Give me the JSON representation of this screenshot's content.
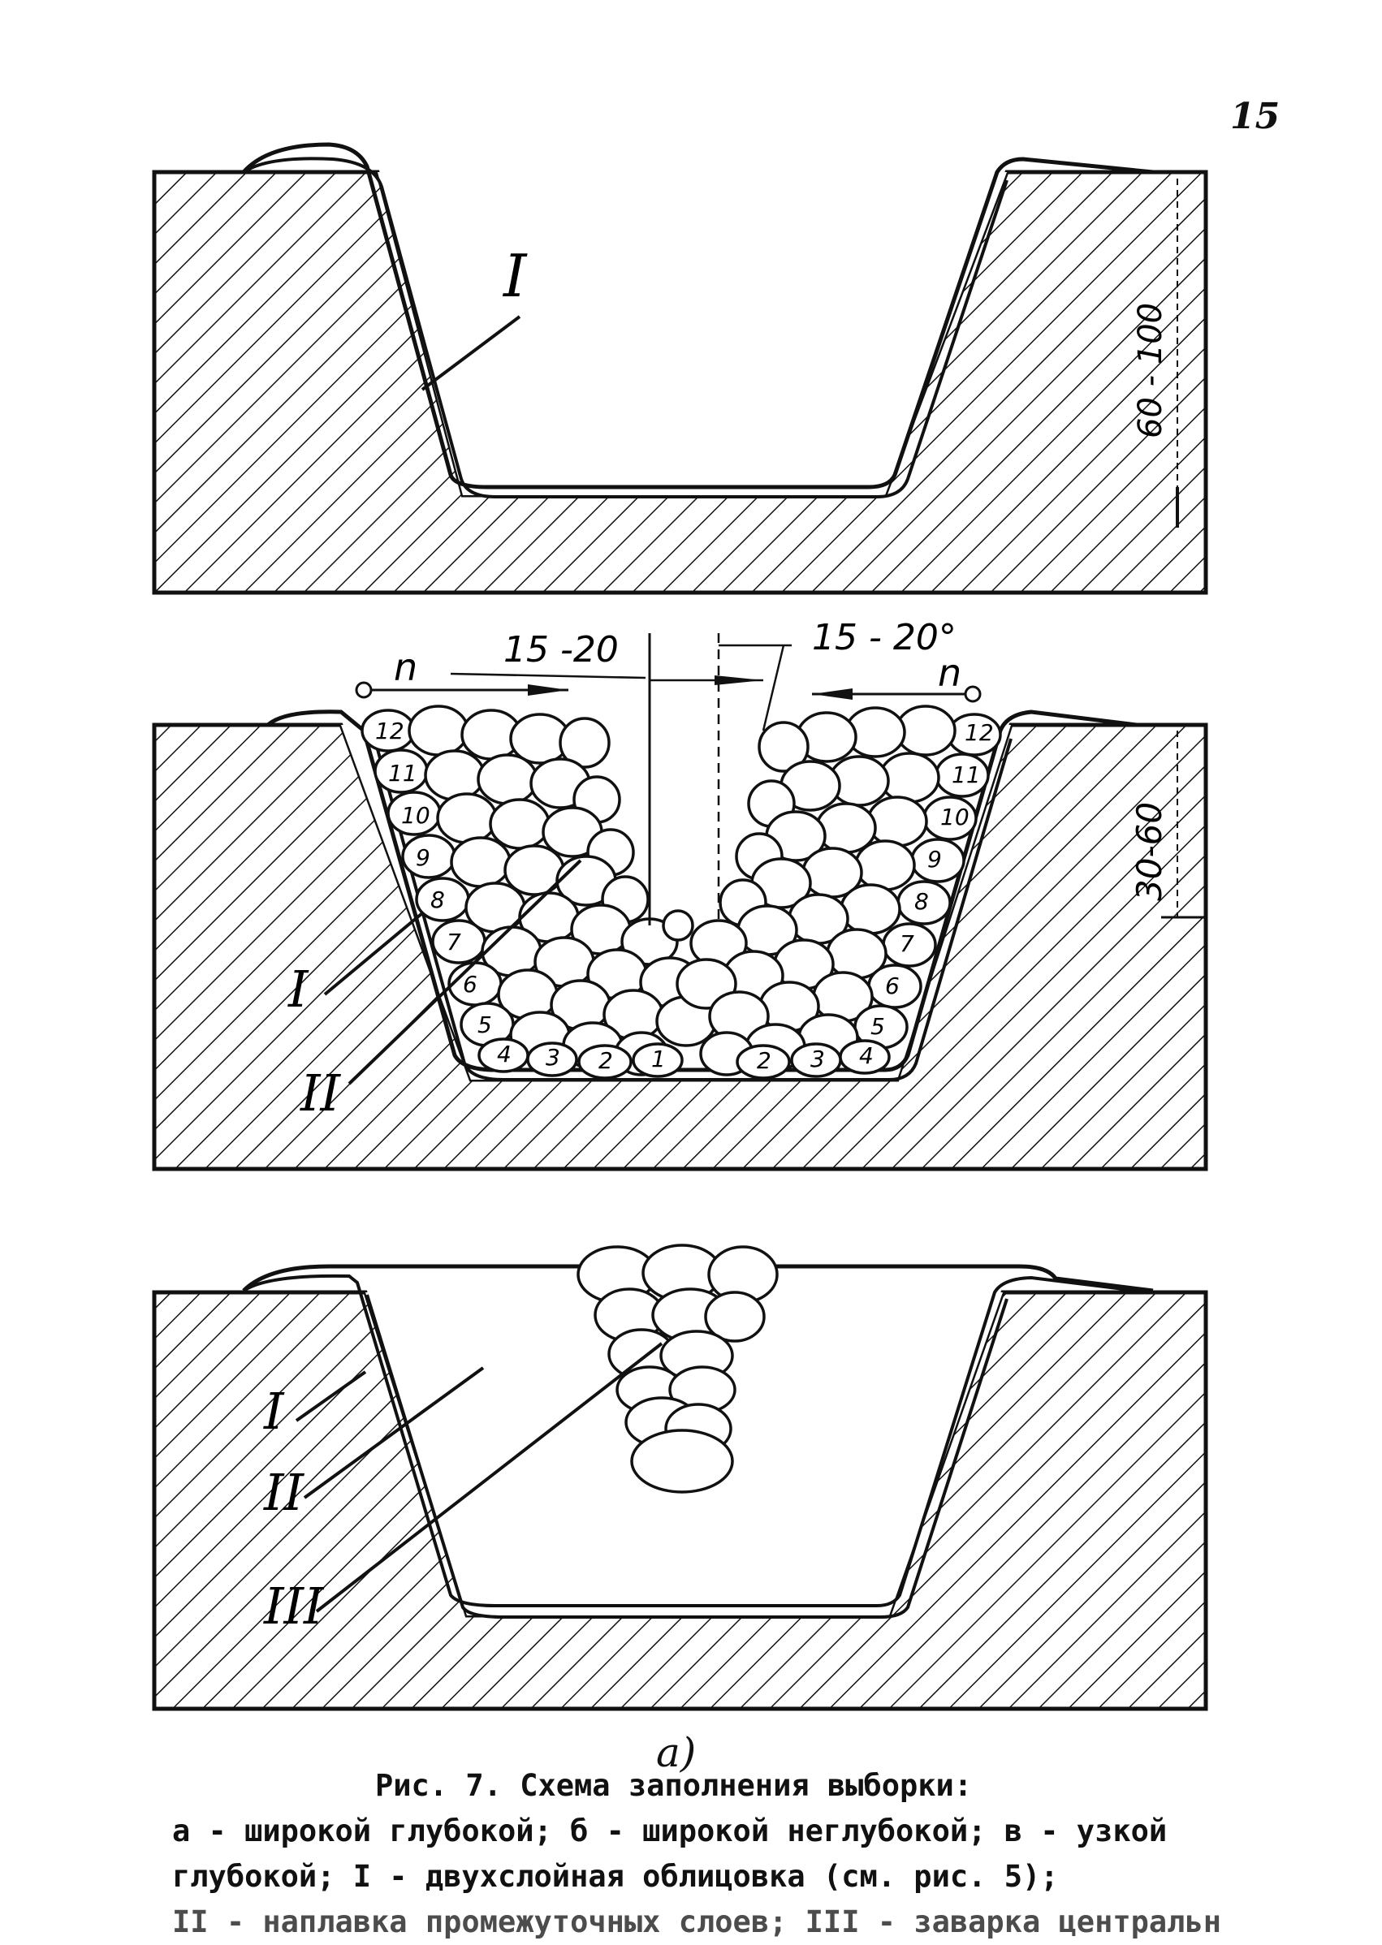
{
  "page": {
    "number": "15"
  },
  "figure": {
    "labels": {
      "layer_1": "I",
      "layer_2": "II",
      "layer_3": "III",
      "pass_n": "n"
    },
    "dimensions": {
      "depth_a": "60 - 100",
      "depth_b": "30-60",
      "spacing": "15 -20",
      "angle": "15 - 20°"
    },
    "bead_numbers_left": [
      "12",
      "11",
      "10",
      "9",
      "8",
      "7",
      "6",
      "5",
      "4",
      "3",
      "2",
      "1"
    ],
    "bead_numbers_right": [
      "12",
      "11",
      "10",
      "9",
      "8",
      "7",
      "6",
      "5",
      "4",
      "3",
      "2"
    ],
    "sub_label": "а)"
  },
  "caption": {
    "title": "Рис. 7.  Схема заполнения выборки:",
    "lines": [
      "а - широкой глубокой; б - широкой неглубокой; в - узкой",
      "глубокой; I - двухслойная облицовка (см. рис. 5);",
      "II - наплавка промежуточных слоев; III - заварка центральн"
    ]
  },
  "colors": {
    "ink": "#111111",
    "paper": "#ffffff"
  }
}
